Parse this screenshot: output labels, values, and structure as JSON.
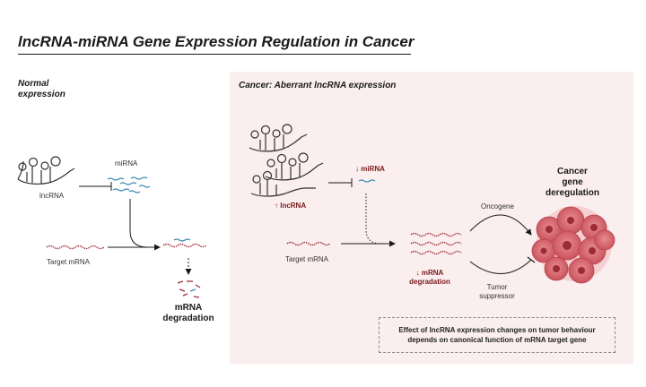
{
  "title": "lncRNA-miRNA Gene Expression Regulation in Cancer",
  "normal": {
    "heading_line1": "Normal",
    "heading_line2": "expression",
    "lncrna": "lncRNA",
    "mirna": "miRNA",
    "target_mrna": "Target mRNA",
    "degradation_line1": "mRNA",
    "degradation_line2": "degradation"
  },
  "cancer": {
    "heading": "Cancer: Aberrant lncRNA expression",
    "lncrna_up": "↑ lncRNA",
    "mirna_down": "↓ miRNA",
    "target_mrna": "Target mRNA",
    "degradation_line1": "↓ mRNA",
    "degradation_line2": "degradation",
    "oncogene": "Oncogene",
    "tumor_line1": "Tumor",
    "tumor_line2": "suppressor",
    "outcome_line1": "Cancer",
    "outcome_line2": "gene",
    "outcome_line3": "deregulation",
    "note_line1": "Effect of lncRNA expression changes on tumor behaviour",
    "note_line2": "depends on canonical function of mRNA target gene"
  },
  "colors": {
    "mrna": "#9b2c35",
    "mirna": "#3a8bb5",
    "cancer_red": "#7a1a1a",
    "panel_bg": "#faeeee",
    "tumor": "#d9676f"
  }
}
